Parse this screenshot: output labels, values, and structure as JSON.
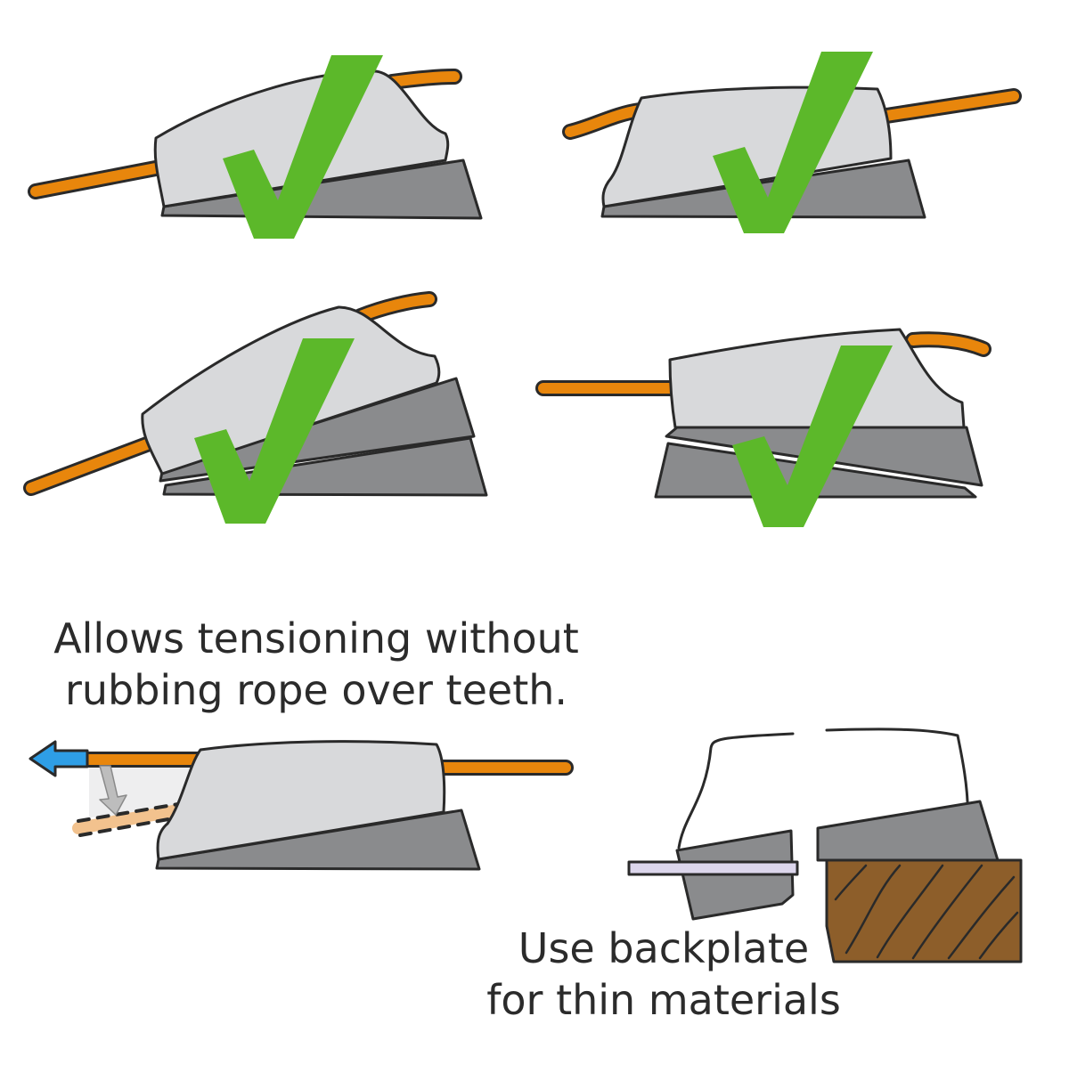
{
  "captions": {
    "tensioning": {
      "line1": "Allows tensioning without",
      "line2": "rubbing rope over teeth."
    },
    "backplate": {
      "line1": "Use backplate",
      "line2": "for thin materials"
    }
  },
  "colors": {
    "rope": "#e8860c",
    "cleat_body": "#d8d9db",
    "base": "#8a8b8d",
    "outline": "#2a2a2a",
    "check": "#5cb82a",
    "arrow": "#2e9ee6",
    "wood": "#8d5e2a",
    "backplate": "#dcd6ec",
    "ghost_rope": "#f2c28e",
    "gray_arrow": "#bdbdbd"
  },
  "icons": [
    "check-mark-icon",
    "direction-arrow-icon",
    "gray-down-arrow-icon"
  ]
}
